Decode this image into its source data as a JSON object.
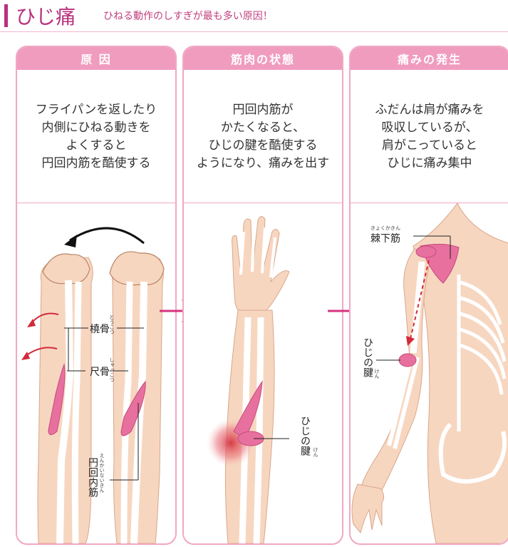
{
  "header": {
    "title": "ひじ痛",
    "subtitle": "ひねる動作のしすぎが最も多い原因！"
  },
  "panels": [
    {
      "heading": "原 因",
      "lines": [
        "フライパンを返したり",
        "内側にひねる動きを",
        "よくすると",
        "円回内筋を酷使する"
      ]
    },
    {
      "heading": "筋肉の状態",
      "lines": [
        "円回内筋が",
        "かたくなると、",
        "ひじの腱を酷使する",
        "ようになり、痛みを出す"
      ]
    },
    {
      "heading": "痛みの発生",
      "lines": [
        "ふだんは肩が痛みを",
        "吸収しているが、",
        "肩がこっていると",
        "ひじに痛み集中"
      ]
    }
  ],
  "labels": {
    "radius": "橈骨",
    "radius_ruby": "とうこつ",
    "ulna": "尺骨",
    "ulna_ruby": "しゃっこつ",
    "pronator": "円回内筋",
    "pronator_ruby": "えんかいないきん",
    "elbow_tendon_a": "ひじの",
    "elbow_tendon_b": "腱",
    "tendon_ruby": "けん",
    "infraspinatus": "棘下筋",
    "infraspinatus_ruby": "きょくかきん",
    "elbow_tendon3_a": "ひじの",
    "elbow_tendon3_b": "腱",
    "tendon3_ruby": "けん"
  },
  "colors": {
    "accent": "#b9307d",
    "panel_border": "#f1a7c3",
    "panel_head": "#f09cbf",
    "skin": "#f7d6c0",
    "bone": "#ffffff",
    "muscle": "#e8709e",
    "arrow_red": "#d22a3a",
    "transition_arrow": "#d6337f"
  }
}
